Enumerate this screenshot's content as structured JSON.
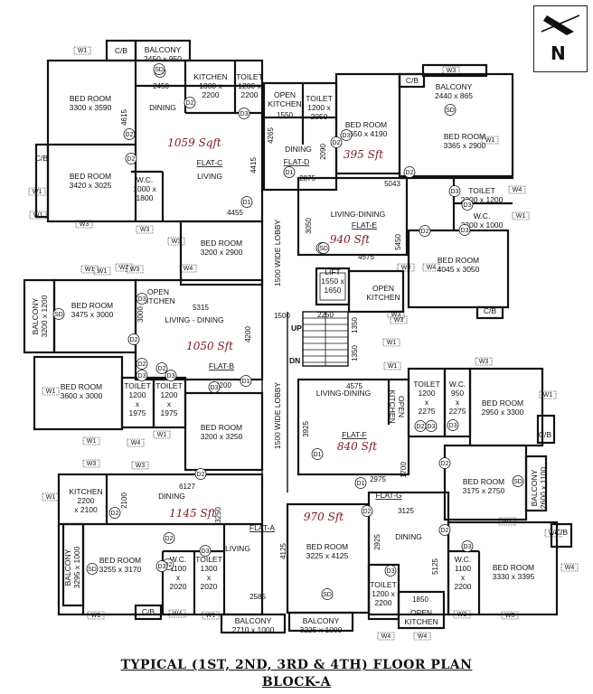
{
  "title": "TYPICAL (1ST, 2ND, 3RD & 4TH) FLOOR PLAN",
  "subtitle": "BLOCK-A",
  "north_label": "N",
  "flats": [
    {
      "id": "c",
      "name": "FLAT-C",
      "area_note": "1059 Sqft"
    },
    {
      "id": "d",
      "name": "FLAT-D",
      "area_note": "395 Sft"
    },
    {
      "id": "e",
      "name": "FLAT-E",
      "area_note": "940 Sft"
    },
    {
      "id": "b",
      "name": "FLAT-B",
      "area_note": "1050 Sft"
    },
    {
      "id": "f",
      "name": "FLAT-F",
      "area_note": "840 Sft"
    },
    {
      "id": "a",
      "name": "FLAT-A",
      "area_note": "1145 Sft"
    },
    {
      "id": "g",
      "name": "FLAT-G",
      "area_note": "970 Sft"
    }
  ],
  "rooms": [
    {
      "id": "c_bal",
      "lines": [
        "BALCONY",
        "2450 x 950"
      ]
    },
    {
      "id": "c_cb",
      "lines": [
        "C/B"
      ]
    },
    {
      "id": "c_bed1",
      "lines": [
        "BED ROOM",
        "3300 x 3590"
      ]
    },
    {
      "id": "c_dining",
      "lines": [
        "DINING"
      ]
    },
    {
      "id": "c_kit",
      "lines": [
        "KITCHEN",
        "1800 x",
        "2200"
      ]
    },
    {
      "id": "c_toi",
      "lines": [
        "TOILET",
        "1200 x",
        "2200"
      ]
    },
    {
      "id": "c_living",
      "lines": [
        "LIVING"
      ]
    },
    {
      "id": "c_cb2",
      "lines": [
        "C/B"
      ]
    },
    {
      "id": "c_bed2",
      "lines": [
        "BED ROOM",
        "3420 x 3025"
      ]
    },
    {
      "id": "c_wc",
      "lines": [
        "W.C.",
        "1000 x",
        "1800"
      ]
    },
    {
      "id": "d_kit",
      "lines": [
        "OPEN",
        "KITCHEN"
      ]
    },
    {
      "id": "d_toi",
      "lines": [
        "TOILET",
        "1200 x",
        "2050"
      ]
    },
    {
      "id": "d_dining",
      "lines": [
        "DINING"
      ]
    },
    {
      "id": "d_bed",
      "lines": [
        "BED ROOM",
        "2650 x 4190"
      ]
    },
    {
      "id": "e_cb",
      "lines": [
        "C/B"
      ]
    },
    {
      "id": "e_bal",
      "lines": [
        "BALCONY",
        "2440 x 865"
      ]
    },
    {
      "id": "e_bed1",
      "lines": [
        "BED ROOM",
        "3365 x 2900"
      ]
    },
    {
      "id": "e_toi",
      "lines": [
        "TOILET",
        "2200 x 1200"
      ]
    },
    {
      "id": "e_wc",
      "lines": [
        "W.C.",
        "2200 x 1000"
      ]
    },
    {
      "id": "e_living",
      "lines": [
        "LIVING-DINING"
      ]
    },
    {
      "id": "e_bed2",
      "lines": [
        "BED ROOM",
        "4045 x 3050"
      ]
    },
    {
      "id": "e_cb2",
      "lines": [
        "C/B"
      ]
    },
    {
      "id": "lift",
      "lines": [
        "LIFT",
        "1550 x",
        "1650"
      ]
    },
    {
      "id": "e_kit",
      "lines": [
        "OPEN",
        "KITCHEN"
      ]
    },
    {
      "id": "lobby1",
      "lines": [
        "1500 WIDE LOBBY"
      ]
    },
    {
      "id": "lobby2",
      "lines": [
        "1500 WIDE LOBBY"
      ]
    },
    {
      "id": "b_bed0",
      "lines": [
        "BED ROOM",
        "3200 x 2900"
      ]
    },
    {
      "id": "b_bal",
      "lines": [
        "BALCONY",
        "3200 x 1200"
      ]
    },
    {
      "id": "b_bed1",
      "lines": [
        "BED ROOM",
        "3475 x 3000"
      ]
    },
    {
      "id": "b_kit",
      "lines": [
        "OPEN",
        "KITCHEN"
      ]
    },
    {
      "id": "b_living",
      "lines": [
        "LIVING - DINING"
      ]
    },
    {
      "id": "b_bed2",
      "lines": [
        "BED ROOM",
        "3600 x 3000"
      ]
    },
    {
      "id": "b_toi1",
      "lines": [
        "TOILET",
        "1200",
        "x",
        "1975"
      ]
    },
    {
      "id": "b_toi2",
      "lines": [
        "TOILET",
        "1200",
        "x",
        "1975"
      ]
    },
    {
      "id": "b_bed3",
      "lines": [
        "BED ROOM",
        "3200 x 3250"
      ]
    },
    {
      "id": "f_living",
      "lines": [
        "LIVING-DINING"
      ]
    },
    {
      "id": "f_kit",
      "lines": [
        "OPEN",
        "KITCHEN"
      ]
    },
    {
      "id": "f_toi",
      "lines": [
        "TOILET",
        "1200",
        "x",
        "2275"
      ]
    },
    {
      "id": "f_wc",
      "lines": [
        "W.C.",
        "950",
        "x",
        "2275"
      ]
    },
    {
      "id": "f_bed1",
      "lines": [
        "BED ROOM",
        "2950 x 3300"
      ]
    },
    {
      "id": "f_cb",
      "lines": [
        "C/B"
      ]
    },
    {
      "id": "f_bed2",
      "lines": [
        "BED ROOM",
        "3175 x 2750"
      ]
    },
    {
      "id": "f_bal",
      "lines": [
        "BALCONY",
        "2600 x 1100"
      ]
    },
    {
      "id": "a_kit",
      "lines": [
        "KITCHEN",
        "2200",
        "x 2100"
      ]
    },
    {
      "id": "a_dining",
      "lines": [
        "DINING"
      ]
    },
    {
      "id": "a_bal",
      "lines": [
        "BALCONY",
        "3295 x 1000"
      ]
    },
    {
      "id": "a_bed",
      "lines": [
        "BED ROOM",
        "3255 x 3170"
      ]
    },
    {
      "id": "a_wc",
      "lines": [
        "W.C.",
        "1100",
        "x",
        "2020"
      ]
    },
    {
      "id": "a_toi",
      "lines": [
        "TOILET",
        "1300",
        "x",
        "2020"
      ]
    },
    {
      "id": "a_living",
      "lines": [
        "LIVING"
      ]
    },
    {
      "id": "a_cb",
      "lines": [
        "C/B"
      ]
    },
    {
      "id": "a_bal2",
      "lines": [
        "BALCONY",
        "2710 x 1000"
      ]
    },
    {
      "id": "g_bed1",
      "lines": [
        "BED ROOM",
        "3225 x 4125"
      ]
    },
    {
      "id": "g_bal",
      "lines": [
        "BALCONY",
        "3225 x 1000"
      ]
    },
    {
      "id": "g_dining",
      "lines": [
        "DINING"
      ]
    },
    {
      "id": "g_toi",
      "lines": [
        "TOILET",
        "1200 x",
        "2200"
      ]
    },
    {
      "id": "g_kit",
      "lines": [
        "OPEN",
        "KITCHEN"
      ]
    },
    {
      "id": "g_wc",
      "lines": [
        "W.C.",
        "1100",
        "x",
        "2200"
      ]
    },
    {
      "id": "g_bed2",
      "lines": [
        "BED ROOM",
        "3330 x 3395"
      ]
    },
    {
      "id": "g_cb",
      "lines": [
        "C/B"
      ]
    }
  ],
  "dimensions": [
    "2450",
    "4615",
    "4415",
    "4455",
    "4265",
    "1550",
    "2090",
    "2875",
    "5043",
    "3050",
    "5450",
    "4575",
    "5315",
    "3000",
    "1500",
    "2250",
    "1350",
    "4200",
    "1350",
    "3200",
    "4575",
    "3925",
    "1700",
    "6127",
    "2100",
    "3250",
    "4125",
    "2585",
    "2975",
    "3125",
    "2925",
    "5125",
    "1850"
  ],
  "stair_labels": [
    "UP",
    "DN"
  ],
  "door_tags": [
    "D2",
    "D2",
    "D3",
    "D2",
    "D2",
    "D1",
    "D3",
    "D2",
    "D1",
    "D2",
    "D3",
    "D3",
    "D2",
    "D3",
    "D1",
    "D3",
    "D2",
    "D2",
    "D1",
    "D3",
    "D3",
    "D2",
    "D3",
    "D2",
    "D2",
    "D1",
    "D2",
    "D2",
    "D3",
    "D2",
    "D3",
    "D2",
    "D3",
    "D3",
    "D1",
    "D2",
    "D2",
    "D3",
    "D3",
    "SD",
    "SD",
    "SD",
    "SD",
    "SD",
    "SD",
    "SD"
  ],
  "window_tags": [
    "W1",
    "W1",
    "W3",
    "W1",
    "W3",
    "W1",
    "W3",
    "W1",
    "W2",
    "W3",
    "W4",
    "W4",
    "W1",
    "W1",
    "W1",
    "W3",
    "W4",
    "W3",
    "W1",
    "W4",
    "W1",
    "W3",
    "W1",
    "W1",
    "W3",
    "W1",
    "W1",
    "W3",
    "W3",
    "W4",
    "W1",
    "W1",
    "W1",
    "W4",
    "W4",
    "W3",
    "W3",
    "W4",
    "W4",
    "W3"
  ],
  "colors": {
    "ink": "#111111",
    "handwriting": "#7a1a22",
    "paper": "#ffffff"
  }
}
